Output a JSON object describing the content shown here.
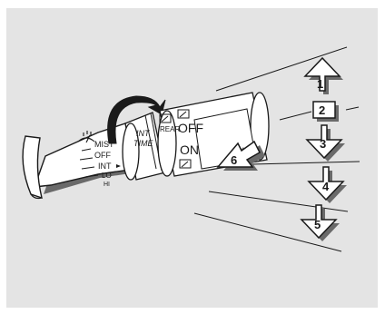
{
  "stalk_labels": {
    "wiper_icon": "wiper-washer-icon",
    "mist": "MIST",
    "off": "OFF",
    "int": "INT",
    "lo": "LO",
    "hi": "HI",
    "int_time_1": "INT",
    "int_time_2": "TIME",
    "rear": "REAR",
    "rear_off": "OFF",
    "rear_on": "ON",
    "rear_wiper_icon": "rear-wiper-icon"
  },
  "callouts": {
    "c1": "1",
    "c2": "2",
    "c3": "3",
    "c4": "4",
    "c5": "5",
    "c6": "6"
  },
  "colors": {
    "background": "#e4e4e4",
    "line": "#1a1a1a",
    "shadow": "#6a6a6a"
  }
}
